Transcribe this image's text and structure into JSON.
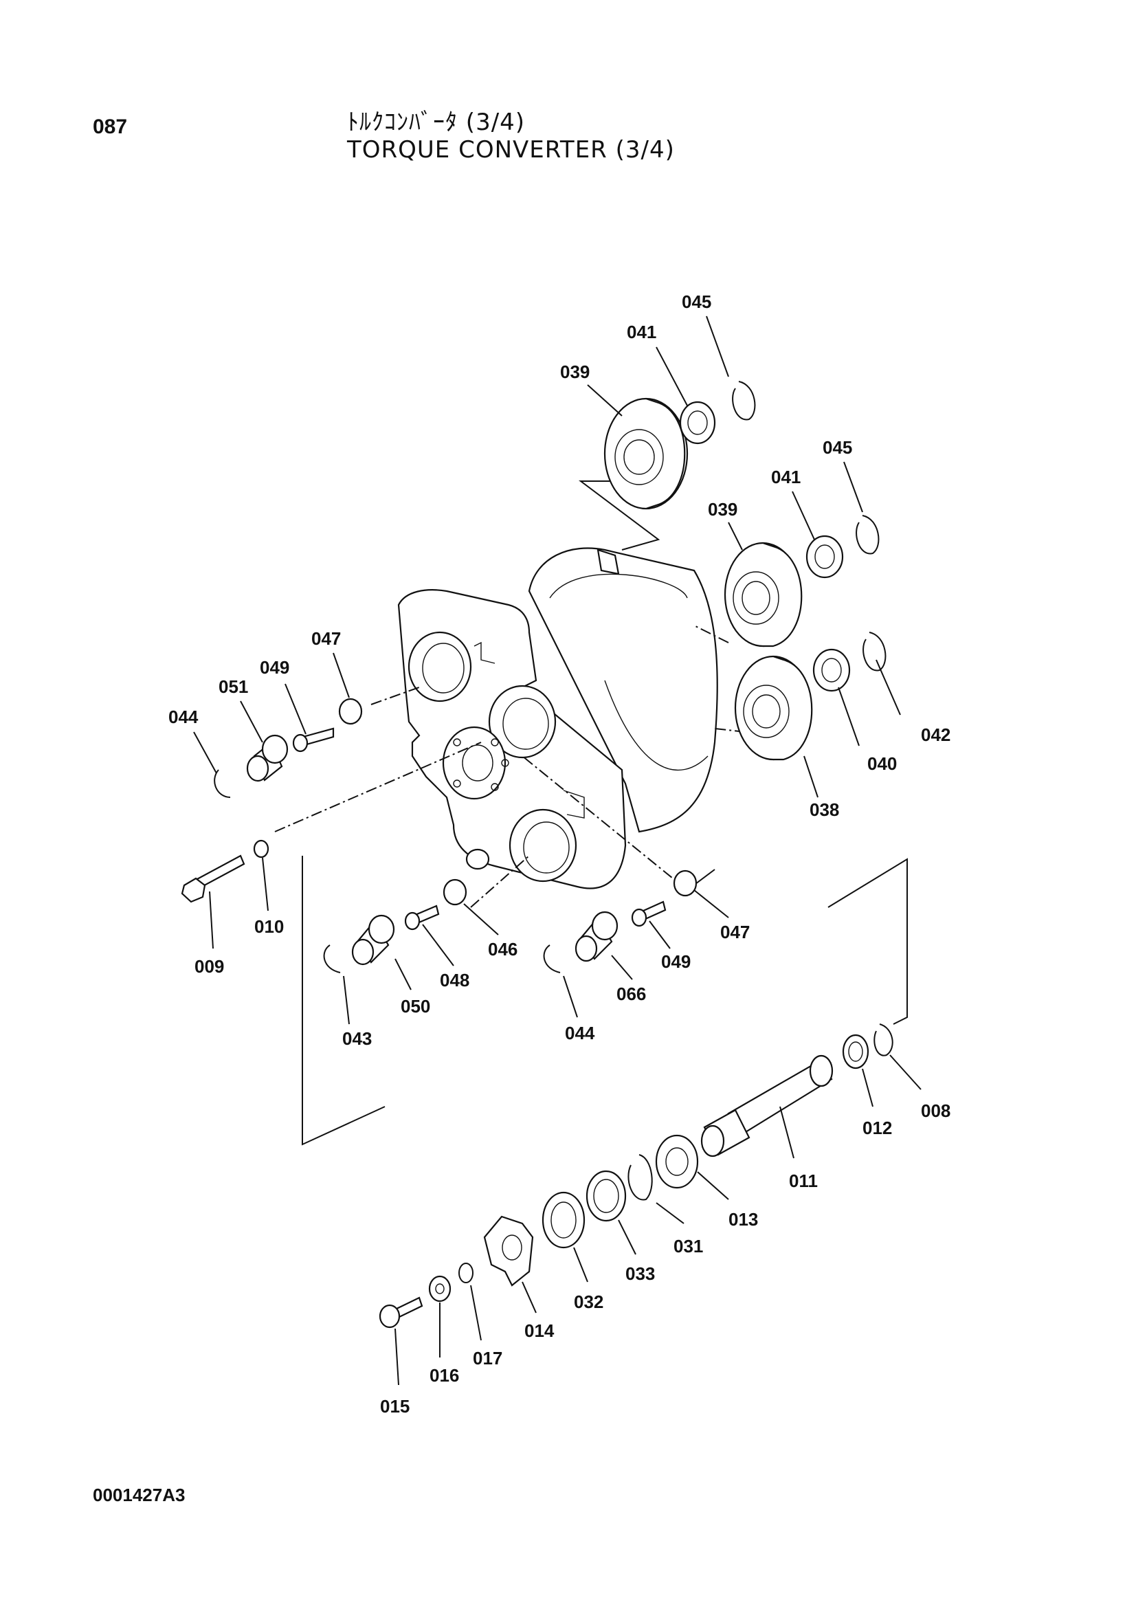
{
  "header": {
    "page_number": "087",
    "title_jp": "ﾄﾙｸｺﾝﾊﾞｰﾀ (3/4)",
    "title_en": "TORQUE CONVERTER (3/4)"
  },
  "footer": {
    "drawing_code": "0001427A3"
  },
  "parts": {
    "p045a": "045",
    "p041a": "041",
    "p039a": "039",
    "p045b": "045",
    "p041b": "041",
    "p039b": "039",
    "p047a": "047",
    "p049a": "049",
    "p051": "051",
    "p044a": "044",
    "p042": "042",
    "p040": "040",
    "p038": "038",
    "p009": "009",
    "p010": "010",
    "p043": "043",
    "p050": "050",
    "p048": "048",
    "p046": "046",
    "p044b": "044",
    "p066": "066",
    "p049b": "049",
    "p047b": "047",
    "p008": "008",
    "p012": "012",
    "p011": "011",
    "p013": "013",
    "p031": "031",
    "p033": "033",
    "p032": "032",
    "p014": "014",
    "p017": "017",
    "p016": "016",
    "p015": "015"
  }
}
